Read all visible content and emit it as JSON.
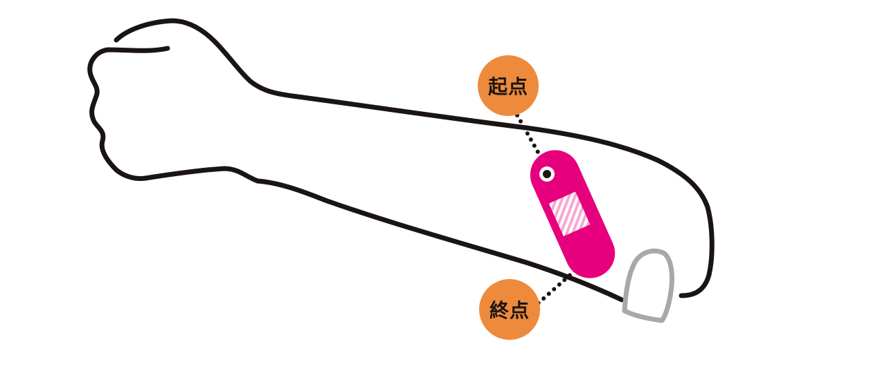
{
  "labels": {
    "start": "起点",
    "end": "終点"
  },
  "icons": {
    "limb": "forearm-outline",
    "tape": "kinesiology-tape-strip",
    "anchor": "start-point-dot-icon",
    "elbow": "elbow-cap-outline",
    "leader": "dotted-leader-line"
  },
  "colors": {
    "outline": "#1a1512",
    "tape": "#e6007e",
    "tape_stripe": "#ffffff",
    "badge_fill": "#ee8a3c",
    "badge_text": "#1a1512",
    "elbow_cap": "#a8a8a8",
    "background": "#ffffff"
  }
}
